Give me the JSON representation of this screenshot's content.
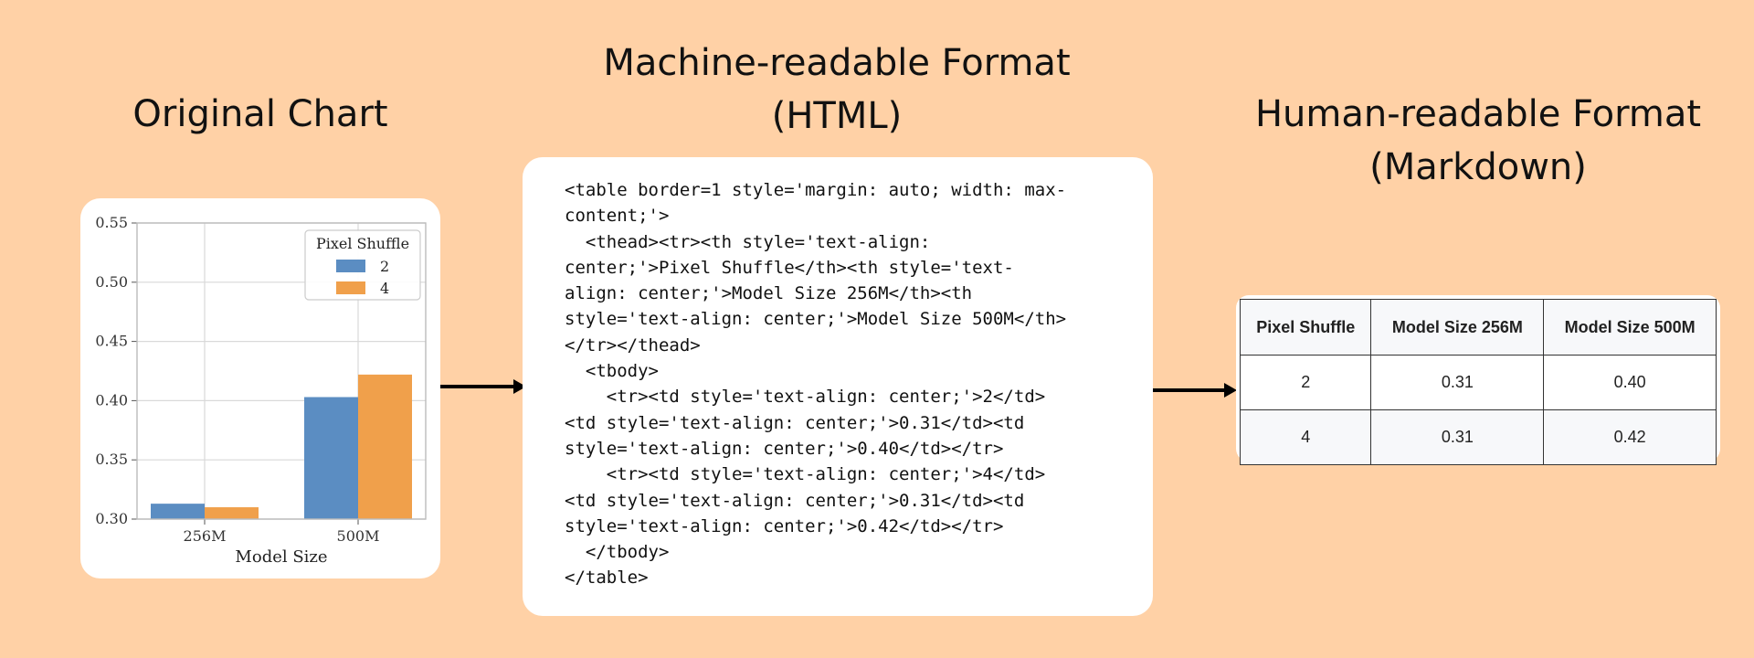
{
  "headings": {
    "chart": "Original Chart",
    "html_line1": "Machine-readable Format",
    "html_line2": "(HTML)",
    "md_line1": "Human-readable Format",
    "md_line2": "(Markdown)"
  },
  "chart_data": {
    "type": "bar",
    "categories": [
      "256M",
      "500M"
    ],
    "series": [
      {
        "name": "2",
        "values": [
          0.313,
          0.403
        ],
        "color": "#5B8DC2"
      },
      {
        "name": "4",
        "values": [
          0.31,
          0.422
        ],
        "color": "#F0A04B"
      }
    ],
    "xlabel": "Model Size",
    "ylabel": "",
    "legend_title": "Pixel Shuffle",
    "legend_position": "top-right",
    "ylim": [
      0.3,
      0.55
    ],
    "yticks": [
      "0.30",
      "0.35",
      "0.40",
      "0.45",
      "0.50",
      "0.55"
    ],
    "grid": true
  },
  "code": "<table border=1 style='margin: auto; width: max-\ncontent;'>\n  <thead><tr><th style='text-align:\ncenter;'>Pixel Shuffle</th><th style='text-\nalign: center;'>Model Size 256M</th><th\nstyle='text-align: center;'>Model Size 500M</th>\n</tr></thead>\n  <tbody>\n    <tr><td style='text-align: center;'>2</td>\n<td style='text-align: center;'>0.31</td><td\nstyle='text-align: center;'>0.40</td></tr>\n    <tr><td style='text-align: center;'>4</td>\n<td style='text-align: center;'>0.31</td><td\nstyle='text-align: center;'>0.42</td></tr>\n  </tbody>\n</table>",
  "table": {
    "headers": [
      "Pixel Shuffle",
      "Model Size 256M",
      "Model Size 500M"
    ],
    "rows": [
      [
        "2",
        "0.31",
        "0.40"
      ],
      [
        "4",
        "0.31",
        "0.42"
      ]
    ]
  },
  "colors": {
    "background": "#FFD1A6",
    "card": "#FFFFFF",
    "arrow": "#000000"
  }
}
